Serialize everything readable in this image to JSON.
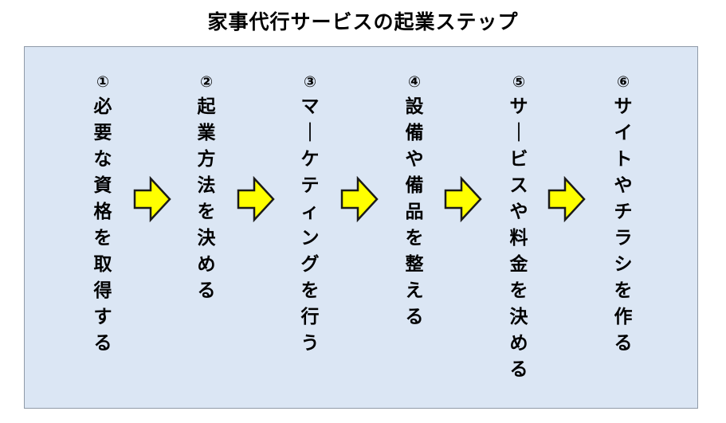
{
  "title": "家事代行サービスの起業ステップ",
  "colors": {
    "panel_background": "#dbe6f4",
    "panel_border": "#8f9aa8",
    "arrow_fill": "#ffff00",
    "arrow_stroke": "#1a1a1a",
    "text": "#000000"
  },
  "steps": [
    {
      "number": "①",
      "text": "必要な資格を取得する"
    },
    {
      "number": "②",
      "text": "起業方法を決める"
    },
    {
      "number": "③",
      "text": "マーケティングを行う"
    },
    {
      "number": "④",
      "text": "設備や備品を整える"
    },
    {
      "number": "⑤",
      "text": "サービスや料金を決める"
    },
    {
      "number": "⑥",
      "text": "サイトやチラシを作る"
    }
  ],
  "arrows": [
    {
      "icon": "right-arrow-icon"
    },
    {
      "icon": "right-arrow-icon"
    },
    {
      "icon": "right-arrow-icon"
    },
    {
      "icon": "right-arrow-icon"
    },
    {
      "icon": "right-arrow-icon"
    }
  ]
}
